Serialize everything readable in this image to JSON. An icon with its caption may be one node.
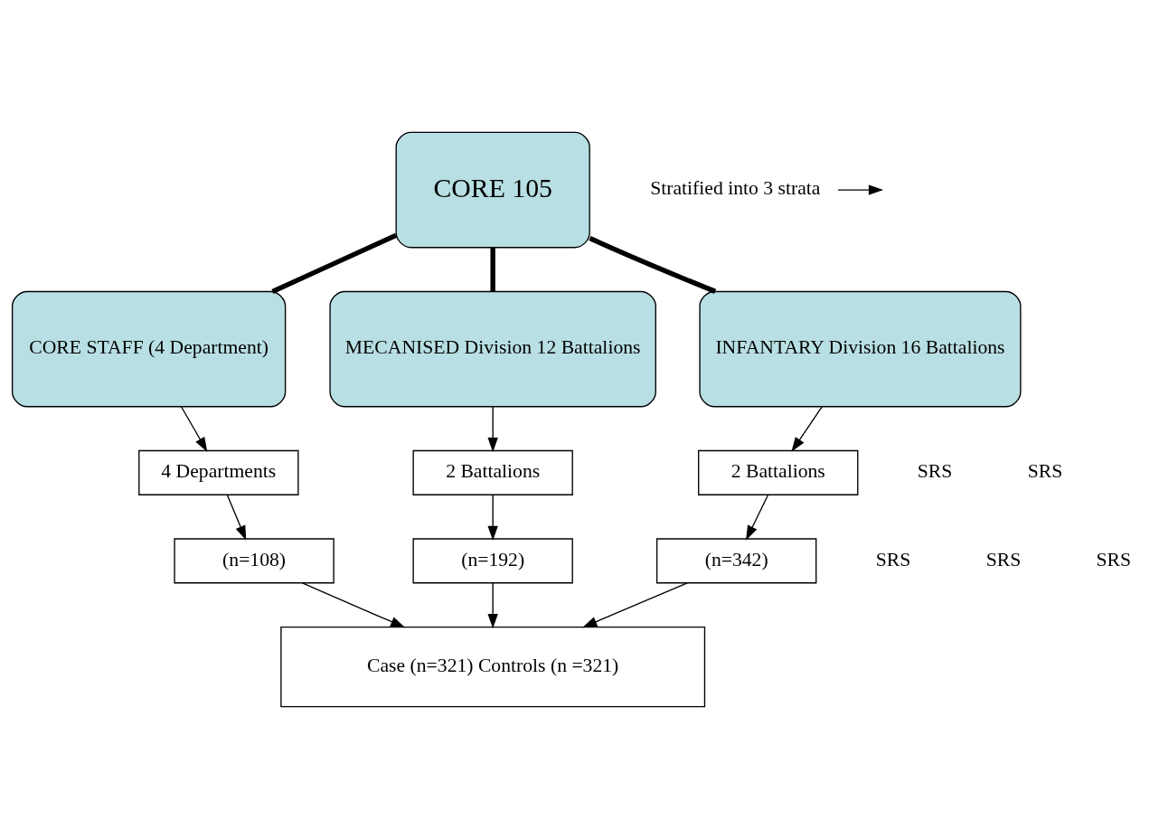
{
  "diagram": {
    "nodes": [
      {
        "text": [
          "CORE 105"
        ]
      },
      {
        "text": [
          "CORE STAFF (4 Department)"
        ]
      },
      {
        "text": [
          "MECANISED Division 12 Battalions"
        ]
      },
      {
        "text": [
          "INFANTARY Division 16 Battalions"
        ]
      },
      {
        "text": [
          "4 Departments"
        ]
      },
      {
        "text": [
          "2 Battalions"
        ]
      },
      {
        "text": [
          "2 Battalions"
        ]
      },
      {
        "text": [
          "(n=108)"
        ]
      },
      {
        "text": [
          "(n=192)"
        ]
      },
      {
        "text": [
          "(n=342)"
        ]
      },
      {
        "text": [
          "Case (n=321) Controls (n =321)"
        ]
      },
      {
        "text": [
          "Stratified into 3 strata"
        ]
      }
    ],
    "edges": [
      {
        "from": 0,
        "to": 1,
        "arrow": "none",
        "style": "thick"
      },
      {
        "from": 0,
        "to": 2,
        "arrow": "none",
        "style": "thick"
      },
      {
        "from": 0,
        "to": 3,
        "arrow": "none",
        "style": "thick"
      },
      {
        "from": 1,
        "to": 4,
        "arrow": "to"
      },
      {
        "from": 2,
        "to": 5,
        "arrow": "to"
      },
      {
        "from": 3,
        "to": 6,
        "arrow": "to"
      },
      {
        "from": 4,
        "to": 7,
        "arrow": "to"
      },
      {
        "from": 5,
        "to": 8,
        "arrow": "to"
      },
      {
        "from": 6,
        "to": 9,
        "arrow": "to"
      },
      {
        "from": 7,
        "to": 10,
        "arrow": "to"
      },
      {
        "from": 8,
        "to": 10,
        "arrow": "to"
      },
      {
        "from": 9,
        "to": 10,
        "arrow": "to"
      },
      {
        "from": 11,
        "to": null,
        "arrow": "to"
      }
    ],
    "labels": [
      "SRS",
      "SRS",
      "SRS",
      "SRS",
      "SRS"
    ]
  }
}
